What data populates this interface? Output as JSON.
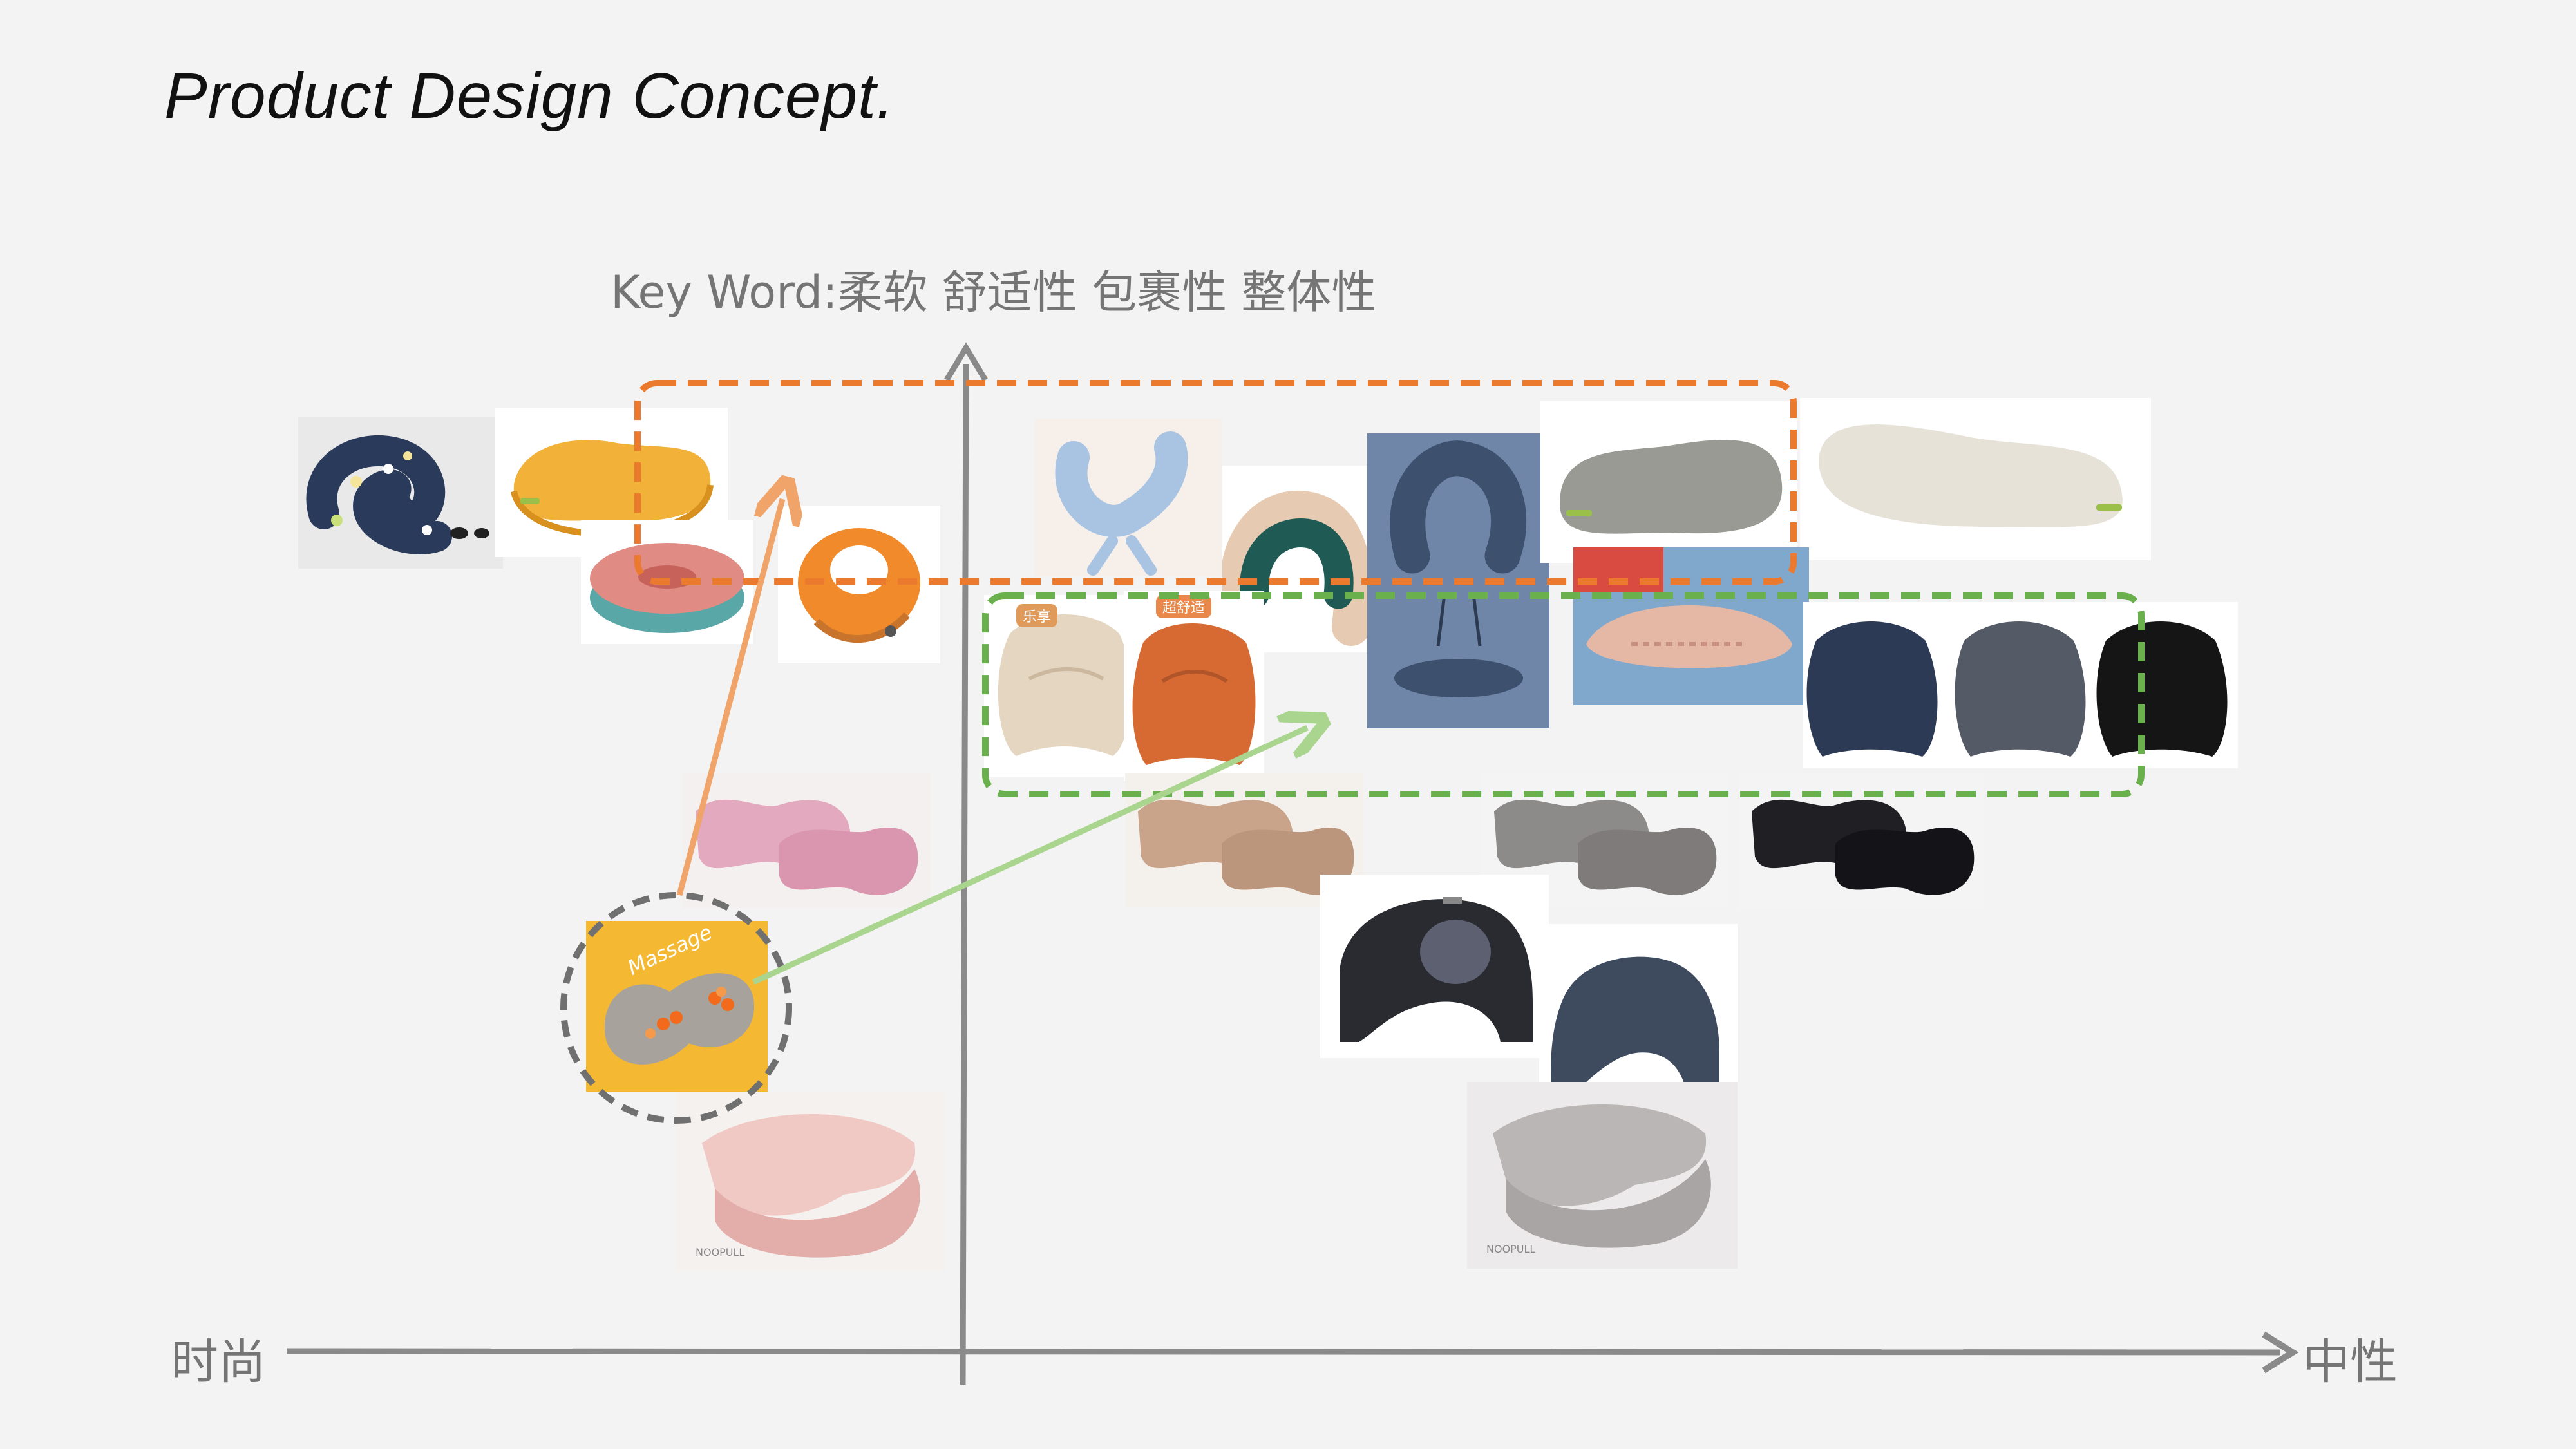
{
  "slide": {
    "title": "Product Design Concept.",
    "keyword": "Key Word:柔软  舒适性  包裹性  整体性",
    "axis": {
      "horizontal_left": "时尚",
      "horizontal_right": "中性"
    }
  },
  "products": {
    "tag_red": "超舒适",
    "tag_orange": "乐享",
    "brand_gray": "NOOPULL",
    "brand_pink": "NOOPULL",
    "massage_text": "Massage"
  },
  "colors": {
    "orange_group": "#ec7a2e",
    "green_group": "#6ab04c",
    "axis": "#8a8a8a",
    "arrow_orange": "#f0a46a",
    "arrow_green": "#a9d58e"
  }
}
